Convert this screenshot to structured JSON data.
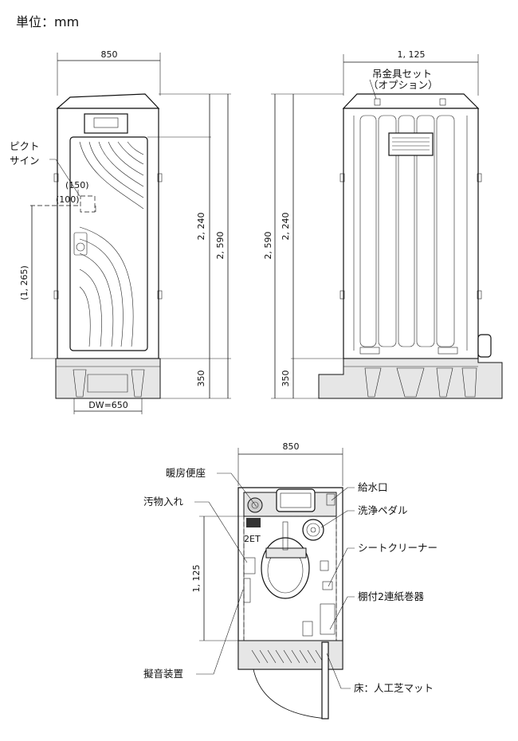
{
  "unit_label": "単位：mm",
  "front_view": {
    "width": "850",
    "dw": "DW=650",
    "pict_sign": [
      "ピクト",
      "サイン"
    ],
    "p150": "(150)",
    "p100": "(100)",
    "p1265": "(1, 265)",
    "h2240": "2, 240",
    "h2590": "2, 590",
    "h350": "350"
  },
  "side_view": {
    "width": "1, 125",
    "hook": [
      "吊金具セット",
      "（オプション）"
    ],
    "h2590": "2, 590",
    "h2240": "2, 240",
    "h350": "350"
  },
  "plan_view": {
    "width": "850",
    "depth": "1, 125",
    "toilet_code": "2ET",
    "labels": {
      "heated_seat": "暖房便座",
      "waste_bin": "汚物入れ",
      "sound_device": "擬音装置",
      "water_inlet": "給水口",
      "flush_pedal": "洗浄ペダル",
      "seat_cleaner": "シートクリーナー",
      "paper_holder": "棚付2連紙巻器",
      "floor": "床：人工芝マット"
    }
  }
}
